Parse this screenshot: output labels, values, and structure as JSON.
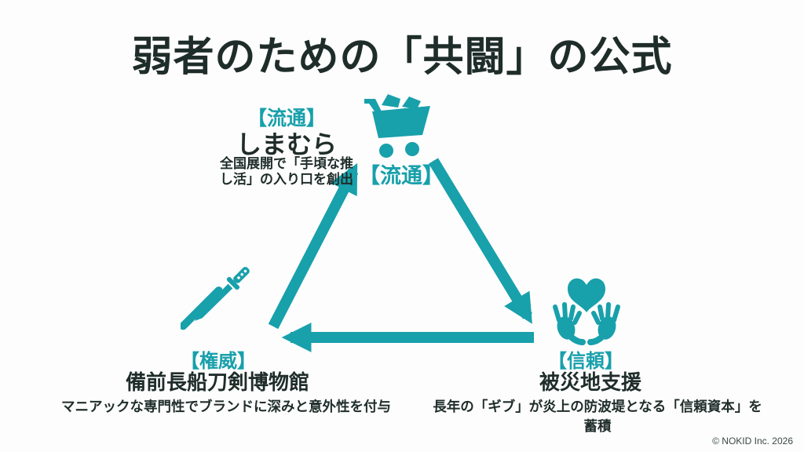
{
  "title": "弱者のための「共闘」の公式",
  "colors": {
    "accent_teal": "#18a0ab",
    "text_dark": "#1f2d2a",
    "background": "#fdfdfd"
  },
  "triangle": {
    "center_tag": "【流通】",
    "arrows": [
      {
        "from": "authority",
        "to": "distribution"
      },
      {
        "from": "distribution",
        "to": "trust"
      },
      {
        "from": "trust",
        "to": "authority"
      }
    ]
  },
  "nodes": {
    "distribution": {
      "tag": "【流通】",
      "name": "しまむら",
      "desc_lines": [
        "全国展開で「手頃な推",
        "し活」の入り口を創出"
      ],
      "icon": "shopping-cart-icon"
    },
    "authority": {
      "tag": "【権威】",
      "name": "備前長船刀剣博物館",
      "desc": "マニアックな専門性でブランドに深みと意外性を付与",
      "icon": "katana-sword-icon"
    },
    "trust": {
      "tag": "【信頼】",
      "name": "被災地支援",
      "desc": "長年の「ギブ」が炎上の防波堤となる「信頼資本」を蓄積",
      "icon": "hands-holding-heart-icon"
    }
  },
  "footer": {
    "copyright": "© NOKID Inc. 2026"
  }
}
